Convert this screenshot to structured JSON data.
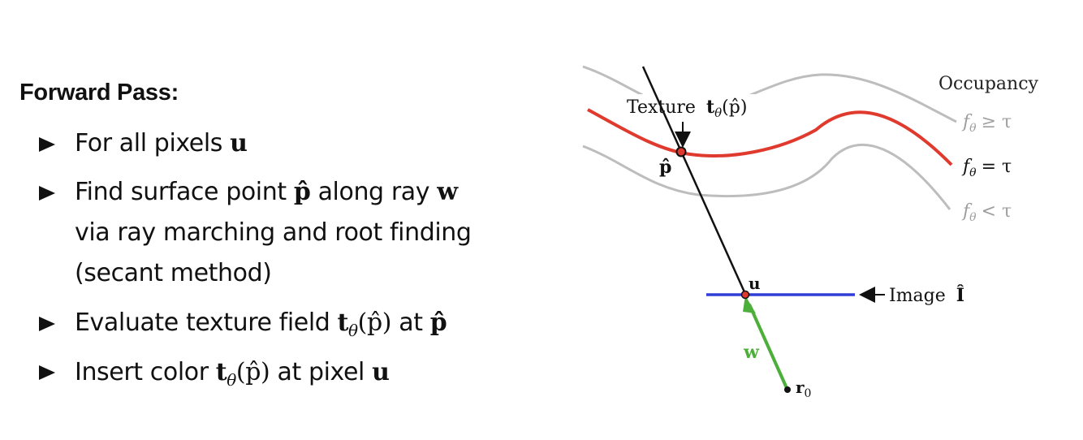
{
  "left_text": {
    "title": "Forward Pass:",
    "bullets": [
      {
        "lines": [
          [
            "For all pixels ",
            {
              "math": "u"
            }
          ]
        ]
      },
      {
        "lines": [
          [
            "Find surface point ",
            {
              "math": "p̂"
            },
            " along ray ",
            {
              "math": "w"
            }
          ],
          [
            "via ray marching and root finding"
          ],
          [
            "(secant method)"
          ]
        ]
      },
      {
        "lines": [
          [
            "Evaluate texture field ",
            {
              "math": "t",
              "sub": "θ",
              "arg": "(p̂)"
            },
            " at ",
            {
              "math": "p̂"
            }
          ]
        ]
      },
      {
        "lines": [
          [
            "Insert color ",
            {
              "math": "t",
              "sub": "θ",
              "arg": "(p̂)"
            },
            " at pixel ",
            {
              "math": "u"
            }
          ]
        ]
      }
    ]
  },
  "diagram": {
    "occupancy_label": "Occupancy",
    "texture_label": "Texture",
    "texture_math": "tθ(p̂)",
    "texture_math_parts": {
      "bold": "t",
      "sub": "θ",
      "arg": "(p̂)"
    },
    "point_label": "p̂",
    "pixel_label": "u",
    "ray_label": "w",
    "origin_label": "r",
    "origin_sub": "0",
    "image_label": "Image",
    "image_math": "Î",
    "level_labels": {
      "above": {
        "f": "f",
        "sub": "θ",
        "rel": "≥ τ"
      },
      "equal": {
        "f": "f",
        "sub": "θ",
        "rel": "= τ"
      },
      "below": {
        "f": "f",
        "sub": "θ",
        "rel": "< τ"
      }
    },
    "colors": {
      "surface": "#e03a2e",
      "level_gray": "#bdbdbd",
      "ray": "#111111",
      "image_plane": "#2e3ed6",
      "view_ray": "#4caf3a",
      "gray_text": "#9e9e9e"
    }
  }
}
